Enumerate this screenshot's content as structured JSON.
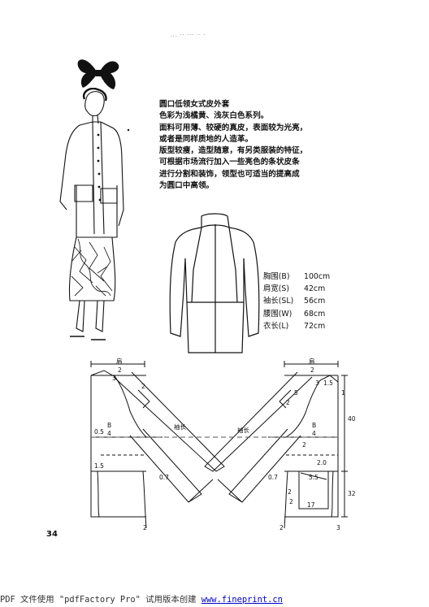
{
  "header_mark": "... ·· ··· ·· ·",
  "description": {
    "title": "圆口低领女式皮外套",
    "lines": [
      "色彩为浅橘黄、浅灰白色系列。",
      "面料可用薄、较硬的真皮，表面较为光亮，",
      "或者是同样质地的人造革。",
      "版型较瘦，造型随意，有另类服装的特征，",
      "可根据市场流行加入一些亮色的条状皮条",
      "进行分割和装饰，领型也可适当的提高成",
      "为圆口中高领。"
    ]
  },
  "measurements": [
    {
      "label": "胸围(B)",
      "value": "100cm"
    },
    {
      "label": "肩宽(S)",
      "value": "42cm"
    },
    {
      "label": "袖长(SL)",
      "value": "56cm"
    },
    {
      "label": "腰围(W)",
      "value": "68cm"
    },
    {
      "label": "衣长(L)",
      "value": "72cm"
    }
  ],
  "pattern_labels": {
    "left_shoulder_top": "肩",
    "left_shoulder_bottom": "2",
    "right_shoulder_top": "肩",
    "right_shoulder_bottom": "2",
    "sleeve_left": "袖长",
    "sleeve_right": "袖长",
    "left_chest_top": "B",
    "left_chest_bottom": "4",
    "right_chest_top": "B",
    "right_chest_bottom": "4",
    "left_armhole": "0.5",
    "left_waist": "1.5",
    "left_neck": "3",
    "left_dart": "2",
    "left_sleeve_point": "0.7",
    "left_hem": "2",
    "right_neck_a": "3",
    "right_neck_b": "1.5",
    "right_collar": "5",
    "right_dart": "2",
    "right_front": "1",
    "right_side_a": "2",
    "right_side_b": "2",
    "right_sleeve_point": "0.7",
    "right_length": "40",
    "right_lower": "32",
    "pocket_top": "2.0",
    "pocket_mid": "5.5",
    "pocket_side": "2",
    "pocket_width": "17",
    "right_hem_a": "2",
    "right_hem_b": "3"
  },
  "page_number": "34",
  "footer": {
    "text": "PDF 文件使用 \"pdfFactory Pro\" 试用版本创建 ",
    "link": "www.fineprint.cn"
  }
}
